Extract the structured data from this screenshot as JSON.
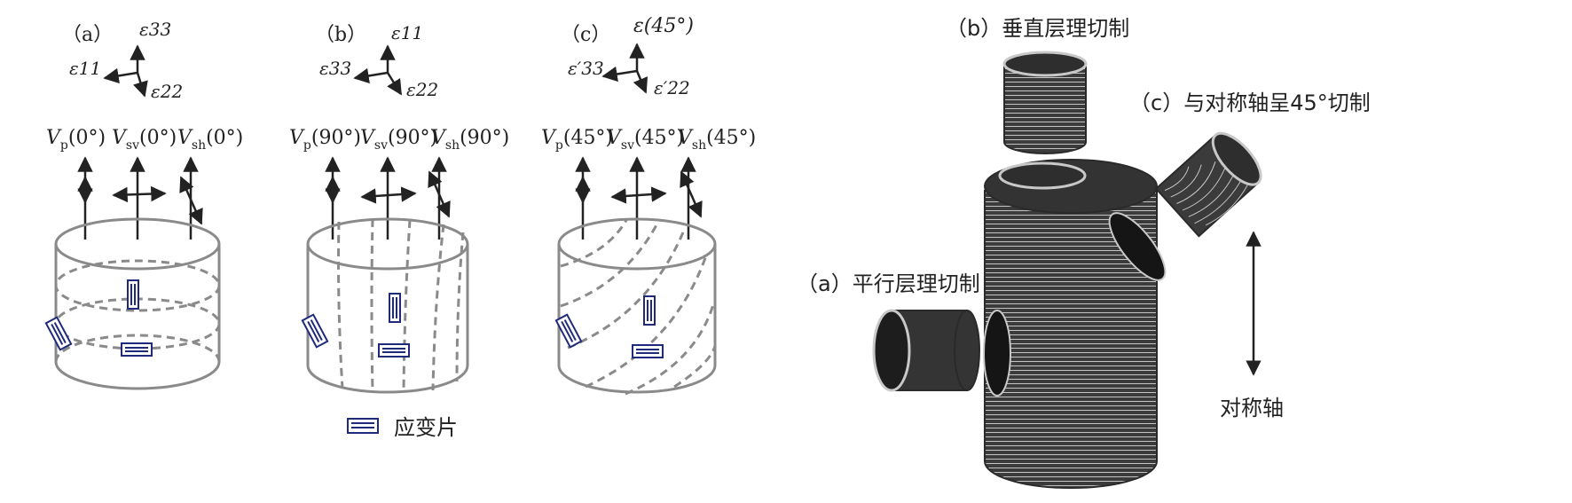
{
  "panels": [
    {
      "label": "（a）",
      "axes": {
        "up": "ε33",
        "left": "ε11",
        "diag": "ε22"
      },
      "velocities": {
        "vp": "(0°)",
        "vsv": "(0°)",
        "vsh": "(0°)"
      }
    },
    {
      "label": "（b）",
      "axes": {
        "up": "ε11",
        "left": "ε33",
        "diag": "ε22"
      },
      "velocities": {
        "vp": "(90°)",
        "vsv": "(90°)",
        "vsh": "(90°)"
      }
    },
    {
      "label": "（c）",
      "axes": {
        "up": "ε(45°)",
        "left": "ε′33",
        "diag": "ε′22"
      },
      "velocities": {
        "vp": "(45°)",
        "vsv": "(45°)",
        "vsh": "(45°)"
      }
    }
  ],
  "velocity_symbols": {
    "v": "V",
    "p": "p",
    "sv": "sv",
    "sh": "sh"
  },
  "legend": {
    "text": "应变片"
  },
  "core_labels": {
    "perpendicular": "（b）垂直层理切制",
    "angle45": "（c）与对称轴呈45°切制",
    "parallel": "（a）平行层理切制",
    "axis": "对称轴"
  },
  "colors": {
    "cylinder_outline": "#8a8a8a",
    "strain_gauge": "#1f2a7a",
    "core_dark": "#333333",
    "core_lines": "#bdbdbd"
  }
}
